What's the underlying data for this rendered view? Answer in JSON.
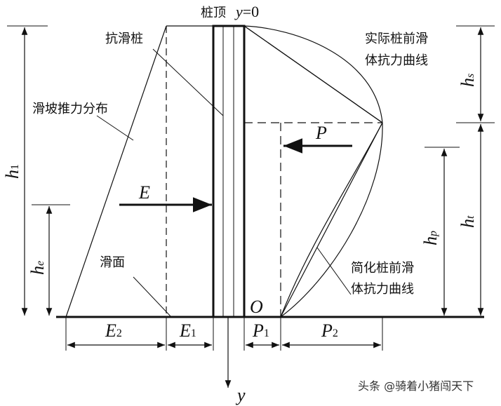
{
  "title": {
    "label": "桩顶",
    "coord": "y",
    "coord_value": "=0"
  },
  "labels": {
    "pile": "抗滑桩",
    "landslide_thrust": "滑坡推力分布",
    "actual_curve_line1": "实际桩前滑",
    "actual_curve_line2": "体抗力曲线",
    "simplified_curve_line1": "简化桩前滑",
    "simplified_curve_line2": "体抗力曲线",
    "slip_surface": "滑面"
  },
  "symbols": {
    "E": "E",
    "P": "P",
    "O": "O",
    "y_axis": "y",
    "h": "h",
    "h1_sub": "1",
    "he_sub": "e",
    "hs_sub": "s",
    "ht_sub": "t",
    "hp_sub": "p",
    "E2_sub": "2",
    "E1_sub": "1",
    "P1_sub": "1",
    "P2_sub": "2"
  },
  "watermark": "头条 @骑着小猪闯天下"
}
